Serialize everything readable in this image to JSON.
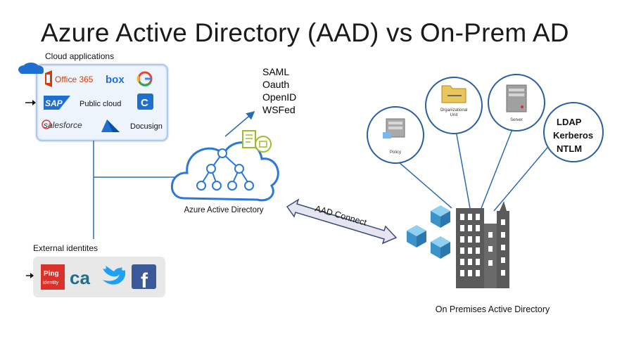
{
  "title": "Azure Active Directory (AAD) vs On-Prem AD",
  "cloud_apps": {
    "heading": "Cloud applications",
    "office": "Office 365",
    "box": "box",
    "google": "G",
    "sap": "SAP",
    "public_cloud": "Public cloud",
    "salesforce": "salesforce",
    "docusign": "Docusign"
  },
  "external": {
    "heading": "External identites",
    "ping_line1": "Ping",
    "ping_line2": "identity",
    "ca": "ca",
    "facebook": "f"
  },
  "aad": {
    "label": "Azure Active Directory"
  },
  "protocols_cloud": [
    "SAML",
    "Oauth",
    "OpenID",
    "WSFed"
  ],
  "connector": {
    "label": "AAD Connect"
  },
  "onprem": {
    "label": "On Premises Active Directory",
    "nodes": [
      "Policy",
      "Organizational Unit",
      "Server"
    ],
    "protocols": [
      "LDAP",
      "Kerberos",
      "NTLM"
    ]
  },
  "colors": {
    "azure_blue": "#1f6fd0",
    "light_blue_box": "#eaf2fb",
    "gray_box": "#e8e8e8",
    "office_red": "#d83b01",
    "cube_blue": "#4aa3d8",
    "building_gray": "#5a5a5a"
  }
}
